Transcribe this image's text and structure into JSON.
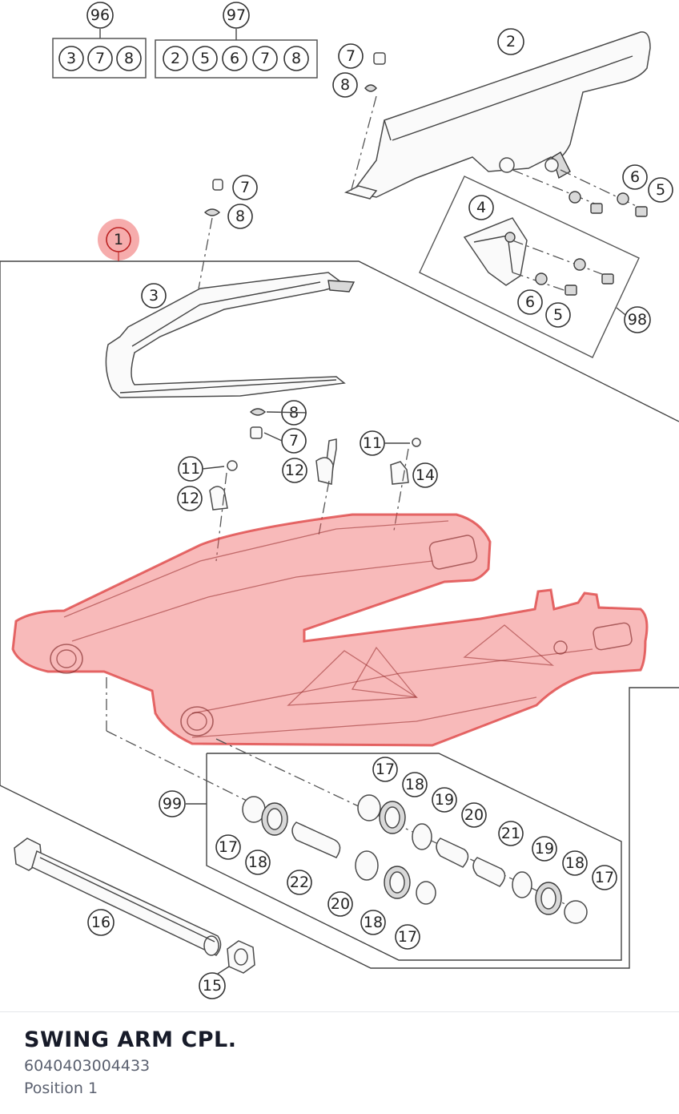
{
  "part": {
    "title": "SWING ARM CPL.",
    "number": "6040403004433",
    "position": "Position 1"
  },
  "highlight_color": "#ee5a5a",
  "callouts": {
    "c96": "96",
    "c97": "97",
    "k3": "3",
    "k7": "7",
    "k8": "8",
    "k2b": "2",
    "k5b": "5",
    "k6b": "6",
    "k7b": "7",
    "k8b": "8",
    "c2": "2",
    "c7a": "7",
    "c8a": "8",
    "c6a": "6",
    "c5a": "5",
    "c4": "4",
    "c6b": "6",
    "c5b": "5",
    "c98": "98",
    "c1": "1",
    "c7b": "7",
    "c8b": "8",
    "c3": "3",
    "c8c": "8",
    "c7c": "7",
    "c11a": "11",
    "c12a": "12",
    "c14": "14",
    "c11b": "11",
    "c12b": "12",
    "c17a": "17",
    "c18a": "18",
    "c19a": "19",
    "c20a": "20",
    "c21": "21",
    "c19b": "19",
    "c18b": "18",
    "c17b": "17",
    "c99": "99",
    "c17c": "17",
    "c18c": "18",
    "c22": "22",
    "c20b": "20",
    "c18d": "18",
    "c17d": "17",
    "c16": "16",
    "c15": "15"
  }
}
